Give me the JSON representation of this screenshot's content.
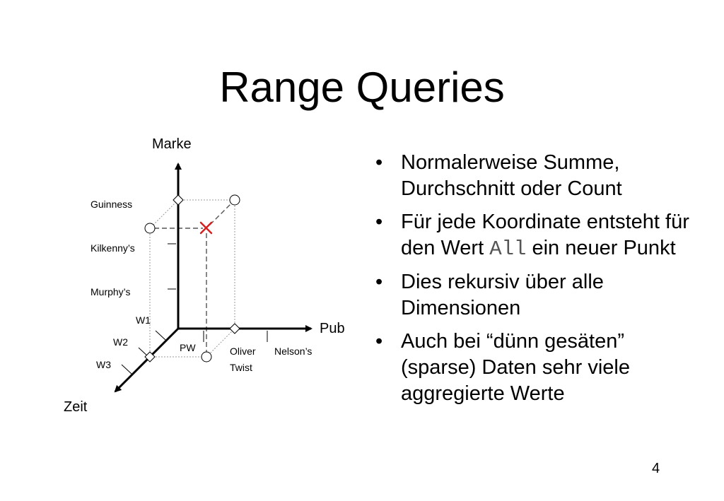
{
  "slide": {
    "title": "Range Queries",
    "page_number": "4"
  },
  "diagram": {
    "axes": {
      "y_label": "Marke",
      "x_label": "Pub",
      "z_label": "Zeit"
    },
    "marke_ticks": [
      "Guinness",
      "Kilkenny’s",
      "Murphy’s"
    ],
    "pub_ticks": [
      "PW",
      "Oliver",
      "Twist",
      "Nelson’s"
    ],
    "zeit_ticks": [
      "W1",
      "W2",
      "W3"
    ]
  },
  "bullets": [
    {
      "text": "Normalerweise Summe, Durchschnitt oder Count"
    },
    {
      "before": "Für jede Koordinate entsteht für den Wert ",
      "code": "All",
      "after": " ein neuer Punkt"
    },
    {
      "text": "Dies rekursiv über alle Dimensionen"
    },
    {
      "text": "Auch bei “dünn gesäten” (sparse) Daten sehr viele aggregierte Werte"
    }
  ]
}
